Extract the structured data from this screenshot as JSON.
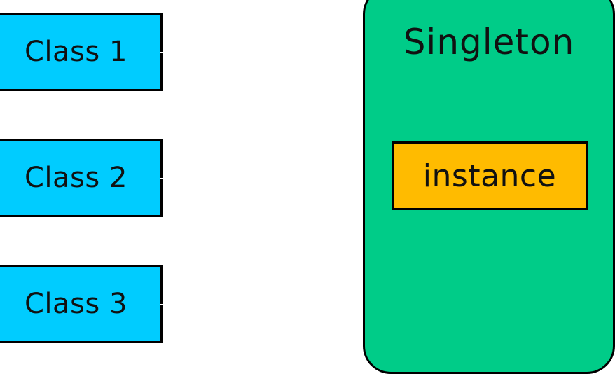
{
  "classes": [
    {
      "label": "Class 1"
    },
    {
      "label": "Class 2"
    },
    {
      "label": "Class 3"
    }
  ],
  "singleton": {
    "title": "Singleton",
    "instance_label": "instance"
  },
  "colors": {
    "class_fill": "#00ccff",
    "singleton_fill": "#00cc88",
    "instance_fill": "#ffbb00",
    "stroke": "#000000",
    "background": "#ffffff"
  }
}
